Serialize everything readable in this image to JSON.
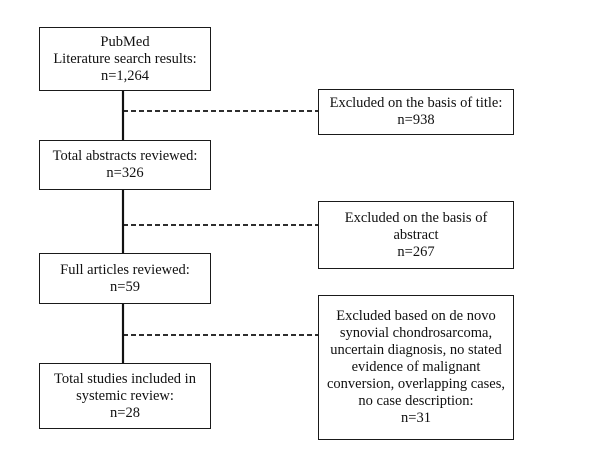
{
  "flowchart": {
    "main_steps": [
      {
        "lines": [
          "PubMed",
          "Literature search results:",
          "n=1,264"
        ]
      },
      {
        "lines": [
          "Total abstracts reviewed:",
          "n=326"
        ]
      },
      {
        "lines": [
          "Full articles reviewed:",
          "n=59"
        ]
      },
      {
        "lines": [
          "Total studies included in",
          "systemic review:",
          "n=28"
        ]
      }
    ],
    "exclusions": [
      {
        "lines": [
          "Excluded on the basis of title:",
          "n=938"
        ]
      },
      {
        "lines": [
          "Excluded on the basis of",
          "abstract",
          "n=267"
        ]
      },
      {
        "lines": [
          "Excluded based on de novo",
          "synovial chondrosarcoma,",
          "uncertain diagnosis, no stated",
          "evidence of malignant",
          "conversion, overlapping cases,",
          "no case description:",
          "n=31"
        ]
      }
    ]
  }
}
